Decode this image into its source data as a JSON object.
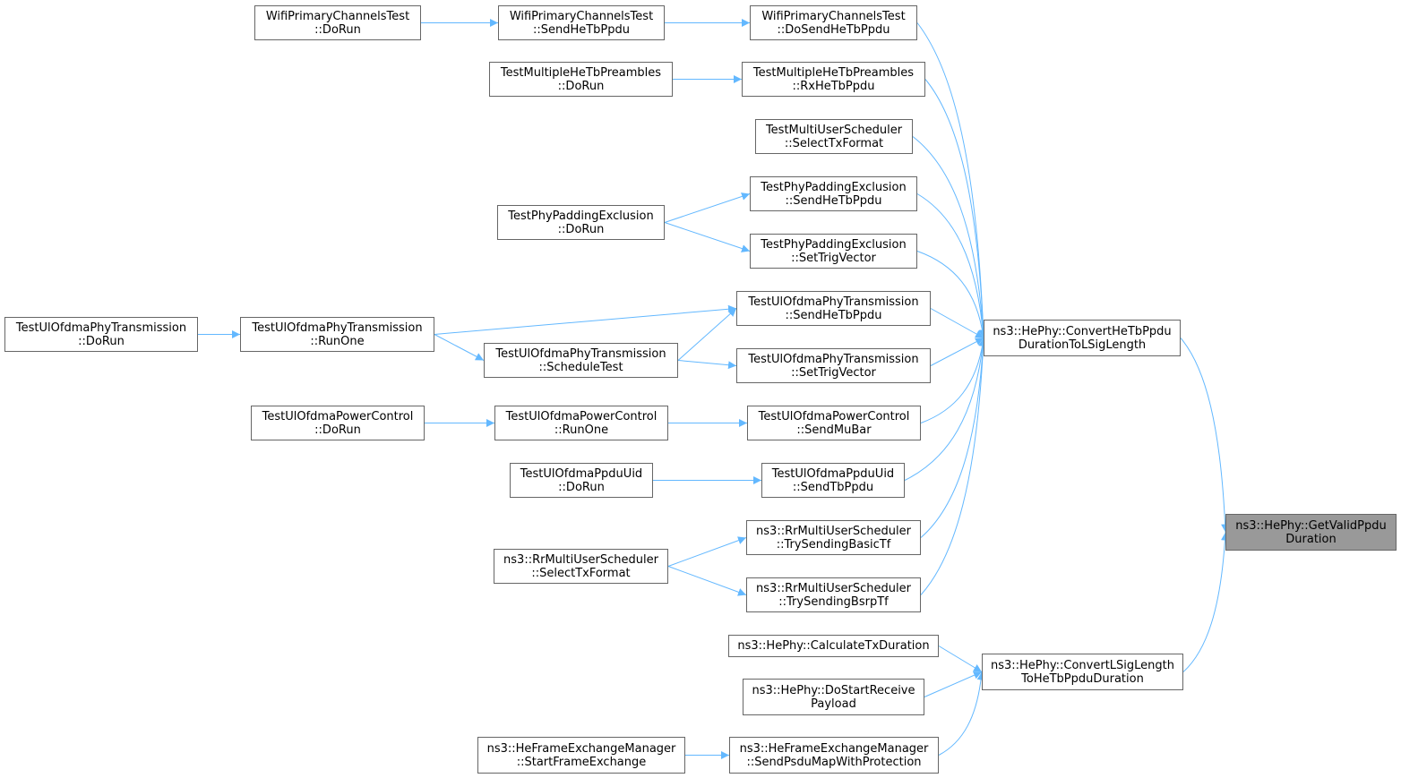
{
  "colors": {
    "edge": "#63b8ff",
    "node_border": "#666666",
    "focus_fill": "#999999"
  },
  "nodes": [
    {
      "id": "wpct_dorun",
      "lines": [
        "WifiPrimaryChannelsTest",
        "::DoRun"
      ]
    },
    {
      "id": "wpct_send",
      "lines": [
        "WifiPrimaryChannelsTest",
        "::SendHeTbPpdu"
      ]
    },
    {
      "id": "wpct_dosend",
      "lines": [
        "WifiPrimaryChannelsTest",
        "::DoSendHeTbPpdu"
      ]
    },
    {
      "id": "tmhp_dorun",
      "lines": [
        "TestMultipleHeTbPreambles",
        "::DoRun"
      ]
    },
    {
      "id": "tmhp_rx",
      "lines": [
        "TestMultipleHeTbPreambles",
        "::RxHeTbPpdu"
      ]
    },
    {
      "id": "tmus_select",
      "lines": [
        "TestMultiUserScheduler",
        "::SelectTxFormat"
      ]
    },
    {
      "id": "tppe_dorun",
      "lines": [
        "TestPhyPaddingExclusion",
        "::DoRun"
      ]
    },
    {
      "id": "tppe_send",
      "lines": [
        "TestPhyPaddingExclusion",
        "::SendHeTbPpdu"
      ]
    },
    {
      "id": "tppe_trig",
      "lines": [
        "TestPhyPaddingExclusion",
        "::SetTrigVector"
      ]
    },
    {
      "id": "tuopt_dorun",
      "lines": [
        "TestUlOfdmaPhyTransmission",
        "::DoRun"
      ]
    },
    {
      "id": "tuopt_runone",
      "lines": [
        "TestUlOfdmaPhyTransmission",
        "::RunOne"
      ]
    },
    {
      "id": "tuopt_sched",
      "lines": [
        "TestUlOfdmaPhyTransmission",
        "::ScheduleTest"
      ]
    },
    {
      "id": "tuopt_send",
      "lines": [
        "TestUlOfdmaPhyTransmission",
        "::SendHeTbPpdu"
      ]
    },
    {
      "id": "tuopt_trig",
      "lines": [
        "TestUlOfdmaPhyTransmission",
        "::SetTrigVector"
      ]
    },
    {
      "id": "tuopc_dorun",
      "lines": [
        "TestUlOfdmaPowerControl",
        "::DoRun"
      ]
    },
    {
      "id": "tuopc_runone",
      "lines": [
        "TestUlOfdmaPowerControl",
        "::RunOne"
      ]
    },
    {
      "id": "tuopc_mubar",
      "lines": [
        "TestUlOfdmaPowerControl",
        "::SendMuBar"
      ]
    },
    {
      "id": "tuopu_dorun",
      "lines": [
        "TestUlOfdmaPpduUid",
        "::DoRun"
      ]
    },
    {
      "id": "tuopu_send",
      "lines": [
        "TestUlOfdmaPpduUid",
        "::SendTbPpdu"
      ]
    },
    {
      "id": "rrmus_select",
      "lines": [
        "ns3::RrMultiUserScheduler",
        "::SelectTxFormat"
      ]
    },
    {
      "id": "rrmus_basic",
      "lines": [
        "ns3::RrMultiUserScheduler",
        "::TrySendingBasicTf"
      ]
    },
    {
      "id": "rrmus_bsrp",
      "lines": [
        "ns3::RrMultiUserScheduler",
        "::TrySendingBsrpTf"
      ]
    },
    {
      "id": "hephy_convhe",
      "lines": [
        "ns3::HePhy::ConvertHeTbPpdu",
        "DurationToLSigLength"
      ]
    },
    {
      "id": "hephy_calc",
      "lines": [
        "ns3::HePhy::CalculateTxDuration"
      ]
    },
    {
      "id": "hephy_dostart",
      "lines": [
        "ns3::HePhy::DoStartReceive",
        "Payload"
      ]
    },
    {
      "id": "hefem_start",
      "lines": [
        "ns3::HeFrameExchangeManager",
        "::StartFrameExchange"
      ]
    },
    {
      "id": "hefem_send",
      "lines": [
        "ns3::HeFrameExchangeManager",
        "::SendPsduMapWithProtection"
      ]
    },
    {
      "id": "hephy_convl",
      "lines": [
        "ns3::HePhy::ConvertLSigLength",
        "ToHeTbPpduDuration"
      ]
    },
    {
      "id": "hephy_getvalid",
      "lines": [
        "ns3::HePhy::GetValidPpdu",
        "Duration"
      ],
      "focus": true
    }
  ],
  "edges": [
    [
      "wpct_dorun",
      "wpct_send"
    ],
    [
      "wpct_send",
      "wpct_dosend"
    ],
    [
      "tmhp_dorun",
      "tmhp_rx"
    ],
    [
      "tppe_dorun",
      "tppe_send"
    ],
    [
      "tppe_dorun",
      "tppe_trig"
    ],
    [
      "tuopt_dorun",
      "tuopt_runone"
    ],
    [
      "tuopt_runone",
      "tuopt_send"
    ],
    [
      "tuopt_runone",
      "tuopt_sched"
    ],
    [
      "tuopt_sched",
      "tuopt_send"
    ],
    [
      "tuopt_sched",
      "tuopt_trig"
    ],
    [
      "tuopc_dorun",
      "tuopc_runone"
    ],
    [
      "tuopc_runone",
      "tuopc_mubar"
    ],
    [
      "tuopu_dorun",
      "tuopu_send"
    ],
    [
      "rrmus_select",
      "rrmus_basic"
    ],
    [
      "rrmus_select",
      "rrmus_bsrp"
    ],
    [
      "wpct_dosend",
      "hephy_convhe"
    ],
    [
      "tmhp_rx",
      "hephy_convhe"
    ],
    [
      "tmus_select",
      "hephy_convhe"
    ],
    [
      "tppe_send",
      "hephy_convhe"
    ],
    [
      "tppe_trig",
      "hephy_convhe"
    ],
    [
      "tuopt_send",
      "hephy_convhe"
    ],
    [
      "tuopt_trig",
      "hephy_convhe"
    ],
    [
      "tuopc_mubar",
      "hephy_convhe"
    ],
    [
      "tuopu_send",
      "hephy_convhe"
    ],
    [
      "rrmus_basic",
      "hephy_convhe"
    ],
    [
      "rrmus_bsrp",
      "hephy_convhe"
    ],
    [
      "hefem_start",
      "hefem_send"
    ],
    [
      "hephy_calc",
      "hephy_convl"
    ],
    [
      "hephy_dostart",
      "hephy_convl"
    ],
    [
      "hefem_send",
      "hephy_convl"
    ],
    [
      "hephy_convhe",
      "hephy_getvalid"
    ],
    [
      "hephy_convl",
      "hephy_getvalid"
    ]
  ]
}
